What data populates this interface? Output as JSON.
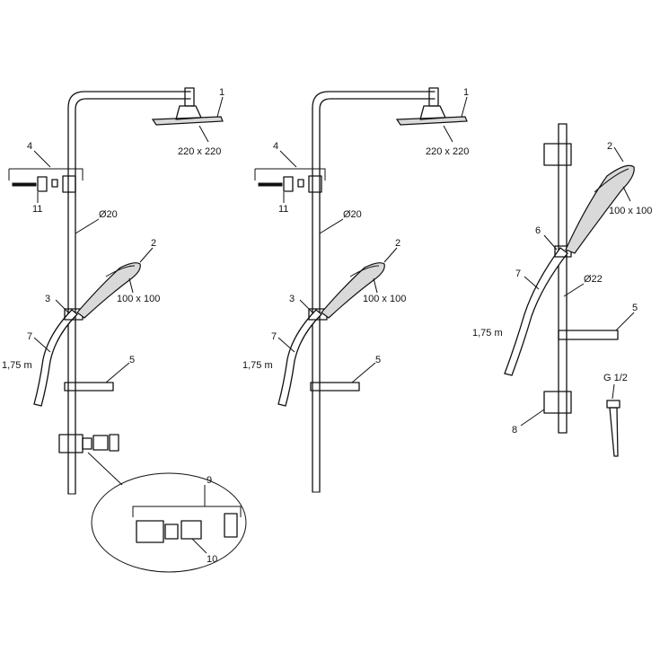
{
  "labels": {
    "p1": "1",
    "p2": "2",
    "p3": "3",
    "p4": "4",
    "p5": "5",
    "p6": "6",
    "p7": "7",
    "p8": "8",
    "p9": "9",
    "p10": "10",
    "p11": "11",
    "head_size": "220 x 220",
    "hand_size": "100 x 100",
    "pipe_d20": "Ø20",
    "pipe_d22": "Ø22",
    "hose_length": "1,75 m",
    "thread": "G 1/2"
  }
}
